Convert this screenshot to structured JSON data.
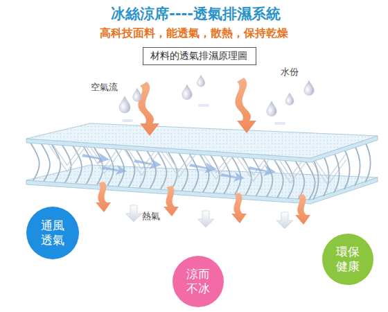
{
  "diagram": {
    "title": "冰絲涼席----透氣排濕系統",
    "nodes": [
      {
        "text": [
          "材料的透氣排濕原理圖"
        ]
      },
      {
        "text": [
          "通風 透氣"
        ]
      },
      {
        "text": [
          "涼而 不冰"
        ]
      },
      {
        "text": [
          "環保 健康"
        ]
      }
    ],
    "labels": [
      "高科技面料，能透氣，散熱，保持乾燥",
      "空氣流",
      "水份",
      "熱氣"
    ]
  }
}
